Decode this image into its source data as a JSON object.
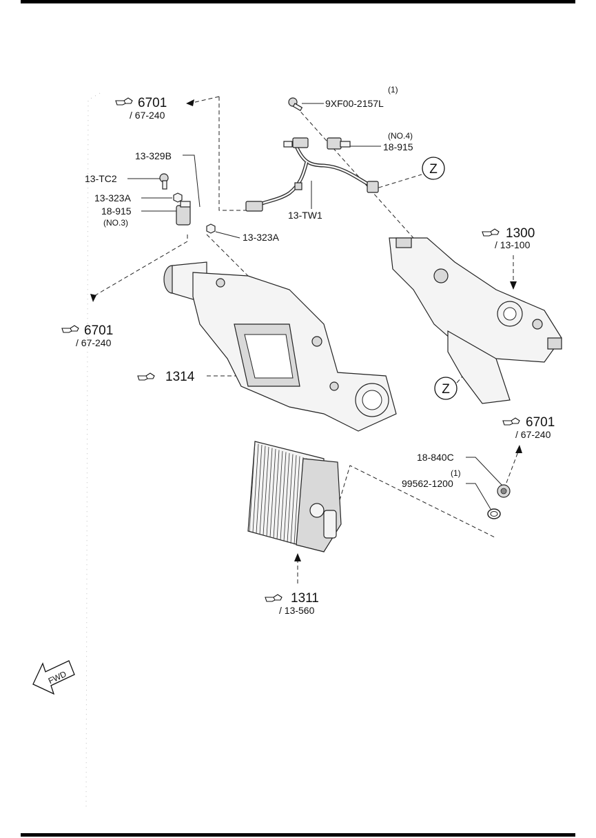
{
  "labels": {
    "bolt_qty": "(1)",
    "bolt_part": "9XF00-2157L",
    "sensor_no4": "(NO.4)",
    "sensor_part_a": "18-915",
    "bracket": "13-329B",
    "tc2": "13-TC2",
    "nut_a": "13-323A",
    "sensor_part_b": "18-915",
    "sensor_no3": "(NO.3)",
    "nut_b": "13-323A",
    "harness": "13-TW1",
    "z_upper": "Z",
    "z_lower": "Z",
    "plug": "18-840C",
    "seal_qty": "(1)",
    "seal_part": "99562-1200",
    "fwd": "FWD"
  },
  "refs": {
    "r6701_top": {
      "num": "6701",
      "sub": "/ 67-240"
    },
    "r6701_left": {
      "num": "6701",
      "sub": "/ 67-240"
    },
    "r1300": {
      "num": "1300",
      "sub": "/ 13-100"
    },
    "r1314": {
      "num": "1314"
    },
    "r6701_right": {
      "num": "6701",
      "sub": "/ 67-240"
    },
    "r1311": {
      "num": "1311",
      "sub": "/ 13-560"
    }
  }
}
